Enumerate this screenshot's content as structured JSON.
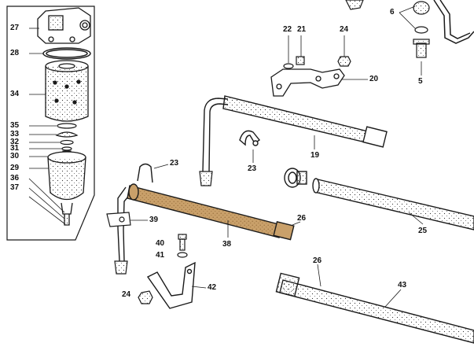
{
  "diagram": {
    "labels": {
      "l27": "27",
      "l28": "28",
      "l34": "34",
      "l35": "35",
      "l33": "33",
      "l32": "32",
      "l31": "31",
      "l30": "30",
      "l29": "29",
      "l36": "36",
      "l37": "37",
      "l22": "22",
      "l21": "21",
      "l24a": "24",
      "l20": "20",
      "l6": "6",
      "l5": "5",
      "l19": "19",
      "l23a": "23",
      "l23b": "23",
      "l26a": "26",
      "l25": "25",
      "l39": "39",
      "l38": "38",
      "l40": "40",
      "l41": "41",
      "l24b": "24",
      "l42": "42",
      "l26b": "26",
      "l43": "43"
    },
    "colors": {
      "ink": "#1a1a1a",
      "hose_tan": "#c9a06a",
      "hose_shade": "#a87f4d",
      "paper": "#ffffff"
    }
  }
}
